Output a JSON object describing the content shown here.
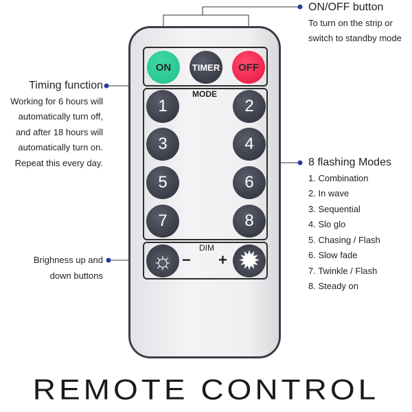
{
  "remote": {
    "on": "ON",
    "timer": "TIMER",
    "off": "OFF",
    "mode_label": "MODE",
    "dim_label": "DIM",
    "numbers": [
      "1",
      "2",
      "3",
      "4",
      "5",
      "6",
      "7",
      "8"
    ],
    "minus": "−",
    "plus": "+",
    "colors": {
      "on": "#1fc28e",
      "off": "#f0204a",
      "dark": "#2e3039"
    }
  },
  "annotations": {
    "onoff": {
      "title": "ON/OFF button",
      "lines": [
        "To turn on the strip or",
        "switch to standby mode"
      ]
    },
    "timing": {
      "title": "Timing function",
      "lines": [
        "Working for 6 hours will",
        "automatically turn  off,",
        "and after 18 hours will",
        "automatically turn on.",
        "Repeat this every day."
      ]
    },
    "modes": {
      "title": "8 flashing Modes",
      "items": [
        "1. Combination",
        "2. In wave",
        "3. Sequential",
        "4. Slo glo",
        "5. Chasing / Flash",
        "6. Slow fade",
        "7. Twinkle / Flash",
        "8. Steady on"
      ]
    },
    "brightness": {
      "lines": [
        "Brighness up and",
        "down buttons"
      ]
    }
  },
  "footer": {
    "title": "REMOTE CONTROL"
  }
}
